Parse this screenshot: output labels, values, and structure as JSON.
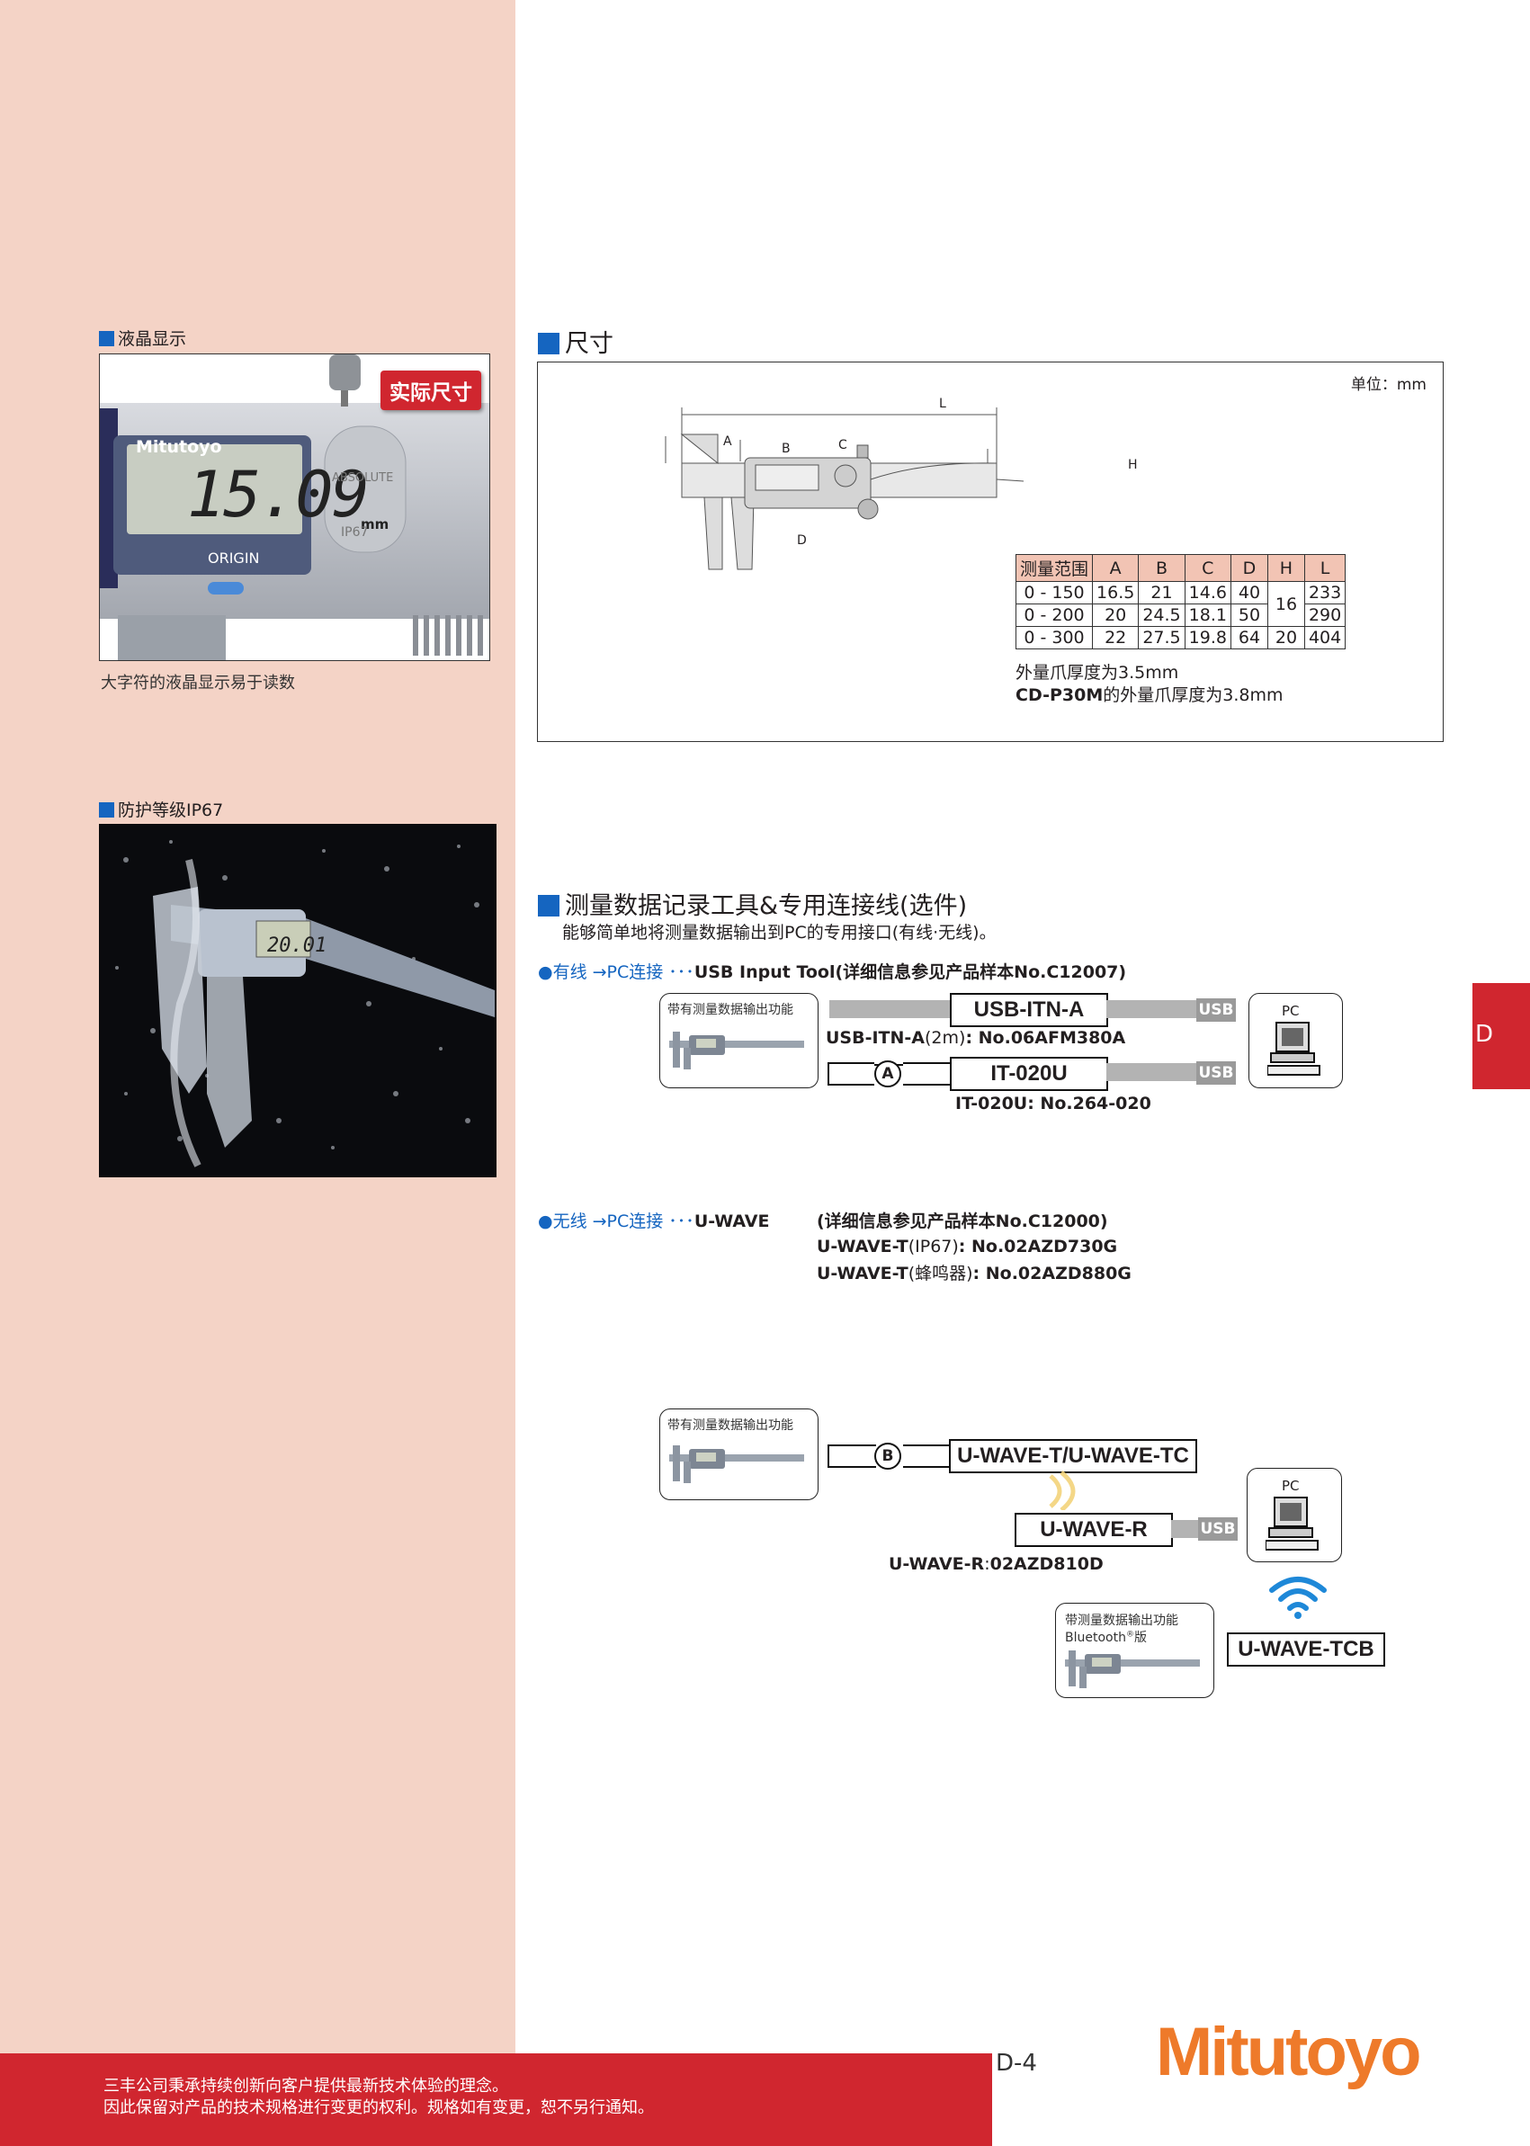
{
  "lcd": {
    "heading": "液晶显示",
    "badge": "实际尺寸",
    "brand": "Mitutoyo",
    "reading": "15.09",
    "unit": "mm",
    "origin": "ORIGIN",
    "absolute": "ABSOLUTE",
    "ip": "IP67",
    "caption": "大字符的液晶显示易于读数"
  },
  "ip67": {
    "heading": "防护等级IP67",
    "lcd_reading": "20.01"
  },
  "dims": {
    "heading": "尺寸",
    "unit": "单位：mm",
    "diagram_labels": [
      "L",
      "A",
      "B",
      "C",
      "D",
      "H"
    ],
    "table": {
      "headers": [
        "测量范围",
        "A",
        "B",
        "C",
        "D",
        "H",
        "L"
      ],
      "rows": [
        [
          "0 - 150",
          "16.5",
          "21",
          "14.6",
          "40",
          "16",
          "233"
        ],
        [
          "0 - 200",
          "20",
          "24.5",
          "18.1",
          "50",
          "",
          "290"
        ],
        [
          "0 - 300",
          "22",
          "27.5",
          "19.8",
          "64",
          "20",
          "404"
        ]
      ]
    },
    "note1": "外量爪厚度为3.5mm",
    "note2_model": "CD-P30M",
    "note2_text": "的外量爪厚度为3.8mm"
  },
  "tools": {
    "heading": "测量数据记录工具&专用连接线(选件)",
    "subtitle": "能够简单地将测量数据输出到PC的专用接口(有线·无线)。",
    "wired": {
      "title_prefix": "●有线 →PC连接 ･･･",
      "title_bold": "USB Input Tool(详细信息参见产品样本No.C12007)",
      "device_label": "带有测量数据输出功能",
      "cable1": "USB-ITN-A",
      "usb1": "USB",
      "pc": "PC",
      "cable1_info_bold1": "USB-ITN-A",
      "cable1_info_normal": "(2m)",
      "cable1_info_bold2": ": No.06AFM380A",
      "connector": "A",
      "cable2": "IT-020U",
      "usb2": "USB",
      "cable2_info_bold1": "IT-020U",
      "cable2_info_bold2": ": No.264-020"
    },
    "wireless": {
      "title_prefix": "●无线 →PC连接 ･･･",
      "title_bold": "U-WAVE",
      "detail": "(详细信息参见产品样本No.C12000)",
      "line1_bold1": "U-WAVE-T",
      "line1_normal": "(IP67)",
      "line1_bold2": ": No.02AZD730G",
      "line2_bold1": "U-WAVE-T",
      "line2_normal": "(蜂鸣器)",
      "line2_bold2": ": No.02AZD880G",
      "device_label": "带有测量数据输出功能",
      "connector": "B",
      "transmitter": "U-WAVE-T/U-WAVE-TC",
      "pc": "PC",
      "receiver": "U-WAVE-R",
      "usb": "USB",
      "receiver_info_bold": "U-WAVE-R",
      "receiver_info_normal": ":",
      "receiver_info_bold2": "02AZD810D",
      "bt_label1": "带测量数据输出功能",
      "bt_label2_a": "Bluetooth",
      "bt_label2_sup": "®",
      "bt_label2_b": "版",
      "tcb": "U-WAVE-TCB"
    }
  },
  "side_tab": "D",
  "footer": {
    "line1": "三丰公司秉承持续创新向客户提供最新技术体验的理念。",
    "line2": "因此保留对产品的技术规格进行变更的权利。规格如有变更，恕不另行通知。",
    "page": "D-4",
    "logo": "Mitutoyo"
  },
  "colors": {
    "blue": "#1565c0",
    "red": "#d0262f",
    "pink": "#f4d3c6",
    "logo_orange": "#ee7a2a"
  }
}
